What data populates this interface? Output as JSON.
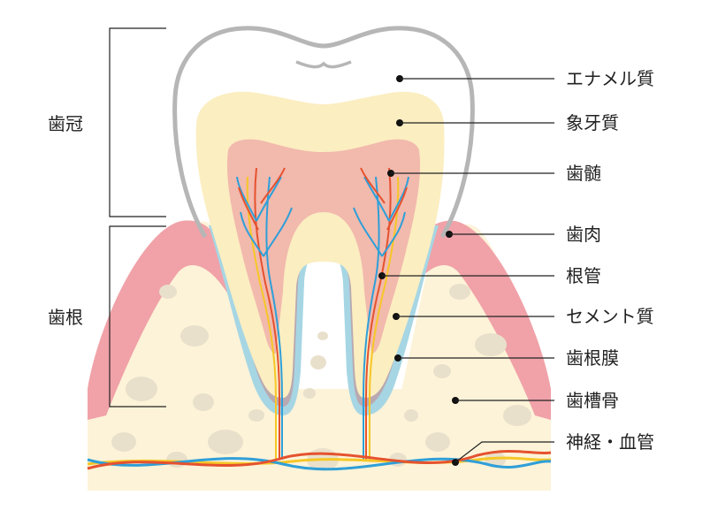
{
  "regions": {
    "crown": "歯冠",
    "root": "歯根"
  },
  "labels": [
    "エナメル質",
    "象牙質",
    "歯髄",
    "歯肉",
    "根管",
    "セメント質",
    "歯根膜",
    "歯槽骨",
    "神経・血管"
  ],
  "colors": {
    "enamel_outline": "#b6b6b6",
    "dentin": "#fbeec1",
    "pulp": "#f2b9ad",
    "gum": "#f0a2a8",
    "cementum": "#a6d6e4",
    "membrane": "#b9a9b1",
    "bone": "#fdf3d8",
    "bone_spot": "#e9e0cb",
    "nerve": "#e5522f",
    "vessel_blue": "#2f9fd8",
    "vessel_yellow": "#f6c726"
  }
}
